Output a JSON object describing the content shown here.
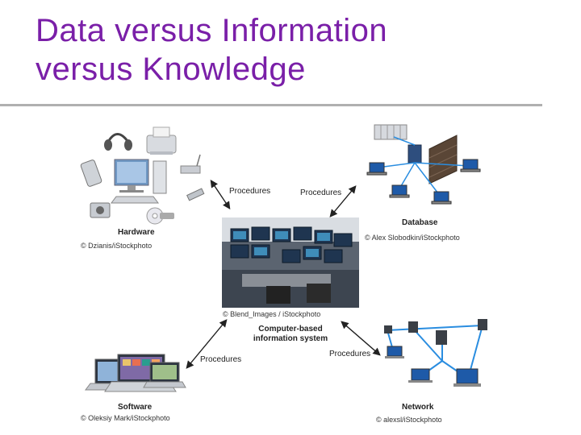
{
  "slide": {
    "title_line1": "Data versus Information",
    "title_line2": "versus Knowledge",
    "title_color": "#7a1fa8"
  },
  "diagram": {
    "hardware": {
      "label": "Hardware",
      "credit": "© Dzianis/iStockphoto"
    },
    "database": {
      "label": "Database",
      "credit": "© Alex Slobodkin/iStockphoto"
    },
    "software": {
      "label": "Software",
      "credit": "© Oleksiy Mark/iStockphoto"
    },
    "network": {
      "label": "Network",
      "credit": "© alexsl/iStockphoto"
    },
    "center": {
      "label_line1": "Computer-based",
      "label_line2": "information system",
      "credit": "© Blend_Images / iStockphoto"
    },
    "arrows": {
      "top_left": "Procedures",
      "top_right": "Procedures",
      "bottom_left": "Procedures",
      "bottom_right": "Procedures"
    }
  }
}
